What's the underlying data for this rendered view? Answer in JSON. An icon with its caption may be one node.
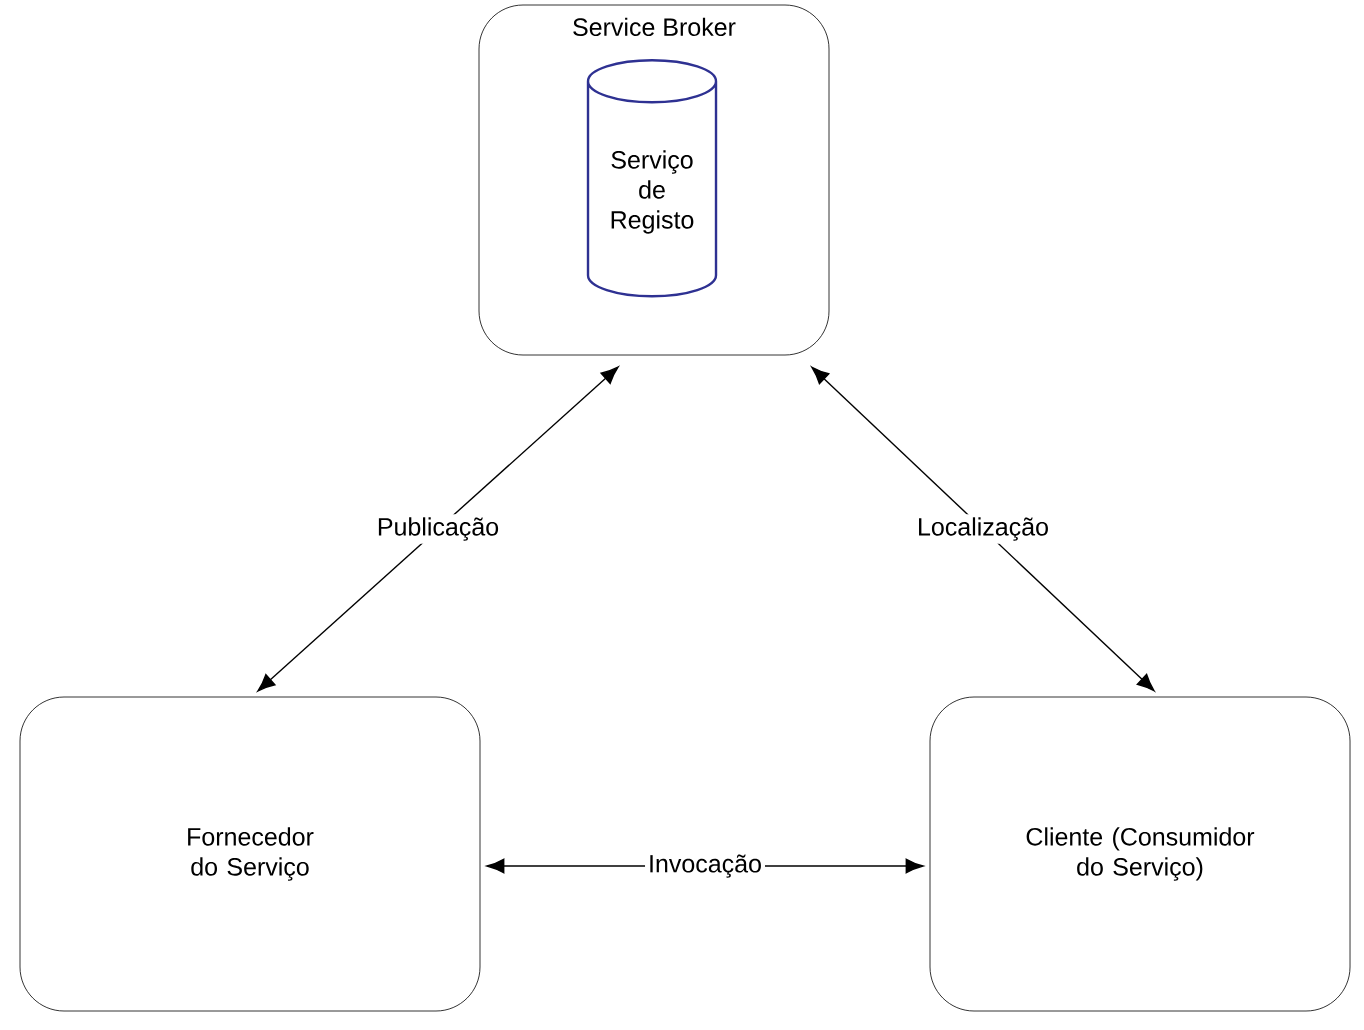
{
  "diagram": {
    "nodes": [
      {
        "text": [
          "Service Broker"
        ]
      },
      {
        "text": [
          "Serviço de Registo"
        ],
        "in": 0
      },
      {
        "text": [
          "Fornecedor do Serviço"
        ]
      },
      {
        "text": [
          "Cliente (Consumidor do Serviço)"
        ]
      }
    ],
    "edges": [
      {
        "from": 0,
        "to": 2,
        "arrow": "both",
        "label": "Publicação"
      },
      {
        "from": 0,
        "to": 3,
        "arrow": "both",
        "label": "Localização"
      },
      {
        "from": 2,
        "to": 3,
        "arrow": "both",
        "label": "Invocação"
      }
    ]
  }
}
